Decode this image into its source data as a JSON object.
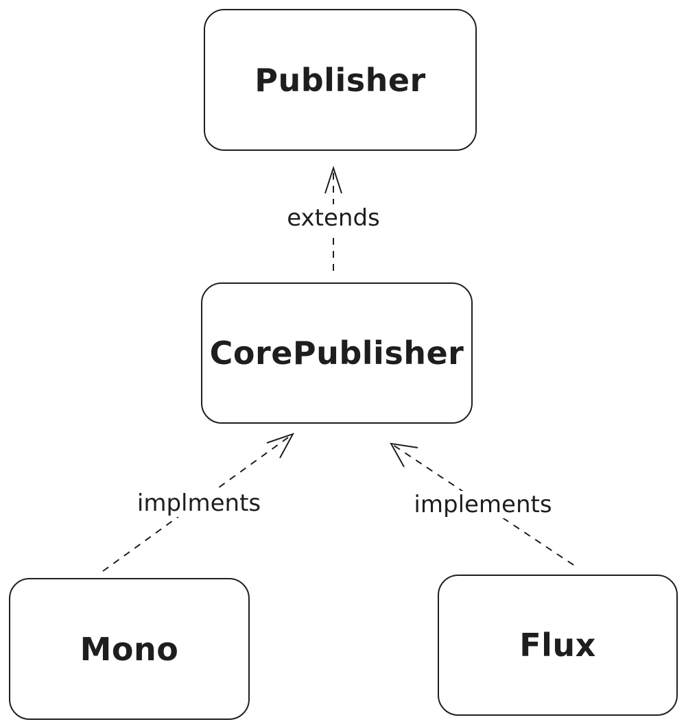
{
  "nodes": {
    "publisher": "Publisher",
    "core_publisher": "CorePublisher",
    "mono": "Mono",
    "flux": "Flux"
  },
  "edges": {
    "core_to_publisher": "extends",
    "mono_to_core": "implments",
    "flux_to_core": "implements"
  },
  "colors": {
    "stroke": "#1e1e1e",
    "background": "#ffffff"
  }
}
